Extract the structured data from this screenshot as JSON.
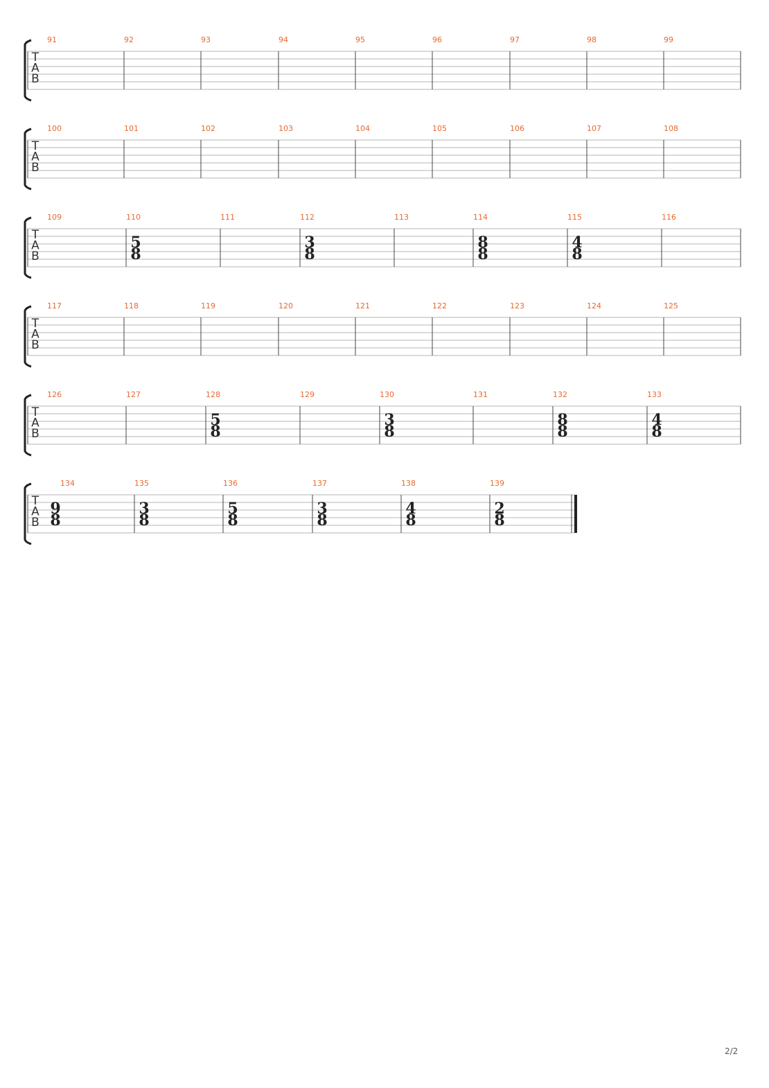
{
  "document": {
    "instrument_label_letters": [
      "T",
      "A",
      "B"
    ],
    "string_count": 6,
    "page_number": "2/2",
    "colors": {
      "measure_number": "#e8692f",
      "staff_line": "#b4b4b4",
      "barline": "#444444",
      "bracket": "#222222",
      "time_signature": "#222222",
      "tab_letters": "#333333"
    }
  },
  "systems": [
    {
      "measures": [
        {
          "number": "91"
        },
        {
          "number": "92"
        },
        {
          "number": "93"
        },
        {
          "number": "94"
        },
        {
          "number": "95"
        },
        {
          "number": "96"
        },
        {
          "number": "97"
        },
        {
          "number": "98"
        },
        {
          "number": "99"
        }
      ]
    },
    {
      "measures": [
        {
          "number": "100"
        },
        {
          "number": "101"
        },
        {
          "number": "102"
        },
        {
          "number": "103"
        },
        {
          "number": "104"
        },
        {
          "number": "105"
        },
        {
          "number": "106"
        },
        {
          "number": "107"
        },
        {
          "number": "108"
        }
      ]
    },
    {
      "measures": [
        {
          "number": "109"
        },
        {
          "number": "110",
          "time_signature": [
            "5",
            "8"
          ]
        },
        {
          "number": "111"
        },
        {
          "number": "112",
          "time_signature": [
            "3",
            "8"
          ]
        },
        {
          "number": "113"
        },
        {
          "number": "114",
          "time_signature": [
            "8",
            "8"
          ]
        },
        {
          "number": "115",
          "time_signature": [
            "4",
            "8"
          ]
        },
        {
          "number": "116"
        }
      ]
    },
    {
      "measures": [
        {
          "number": "117"
        },
        {
          "number": "118"
        },
        {
          "number": "119"
        },
        {
          "number": "120"
        },
        {
          "number": "121"
        },
        {
          "number": "122"
        },
        {
          "number": "123"
        },
        {
          "number": "124"
        },
        {
          "number": "125"
        }
      ]
    },
    {
      "measures": [
        {
          "number": "126"
        },
        {
          "number": "127"
        },
        {
          "number": "128",
          "time_signature": [
            "5",
            "8"
          ]
        },
        {
          "number": "129"
        },
        {
          "number": "130",
          "time_signature": [
            "3",
            "8"
          ]
        },
        {
          "number": "131"
        },
        {
          "number": "132",
          "time_signature": [
            "8",
            "8"
          ]
        },
        {
          "number": "133",
          "time_signature": [
            "4",
            "8"
          ]
        }
      ]
    },
    {
      "final_barline": true,
      "measures": [
        {
          "number": "134",
          "time_signature": [
            "9",
            "8"
          ]
        },
        {
          "number": "135",
          "time_signature": [
            "3",
            "8"
          ]
        },
        {
          "number": "136",
          "time_signature": [
            "5",
            "8"
          ]
        },
        {
          "number": "137",
          "time_signature": [
            "3",
            "8"
          ]
        },
        {
          "number": "138",
          "time_signature": [
            "4",
            "8"
          ]
        },
        {
          "number": "139",
          "time_signature": [
            "2",
            "8"
          ]
        }
      ]
    }
  ]
}
